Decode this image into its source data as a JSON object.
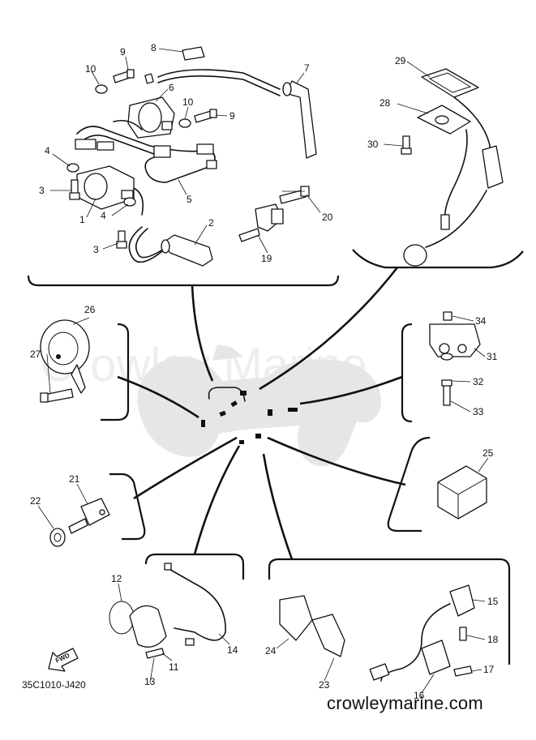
{
  "diagram": {
    "code": "35C1010-J420",
    "site": "crowleymarine.com",
    "watermark": "Crowley Marine",
    "fwd_label": "FWD",
    "callouts": [
      {
        "id": "c1",
        "text": "1"
      },
      {
        "id": "c2",
        "text": "2"
      },
      {
        "id": "c3a",
        "text": "3"
      },
      {
        "id": "c3b",
        "text": "3"
      },
      {
        "id": "c4a",
        "text": "4"
      },
      {
        "id": "c4b",
        "text": "4"
      },
      {
        "id": "c5",
        "text": "5"
      },
      {
        "id": "c6",
        "text": "6"
      },
      {
        "id": "c7",
        "text": "7"
      },
      {
        "id": "c8",
        "text": "8"
      },
      {
        "id": "c9a",
        "text": "9"
      },
      {
        "id": "c9b",
        "text": "9"
      },
      {
        "id": "c10a",
        "text": "10"
      },
      {
        "id": "c10b",
        "text": "10"
      },
      {
        "id": "c11",
        "text": "11"
      },
      {
        "id": "c12",
        "text": "12"
      },
      {
        "id": "c13",
        "text": "13"
      },
      {
        "id": "c14",
        "text": "14"
      },
      {
        "id": "c15",
        "text": "15"
      },
      {
        "id": "c16",
        "text": "16"
      },
      {
        "id": "c17",
        "text": "17"
      },
      {
        "id": "c18",
        "text": "18"
      },
      {
        "id": "c19",
        "text": "19"
      },
      {
        "id": "c20",
        "text": "20"
      },
      {
        "id": "c21",
        "text": "21"
      },
      {
        "id": "c22",
        "text": "22"
      },
      {
        "id": "c23",
        "text": "23"
      },
      {
        "id": "c24",
        "text": "24"
      },
      {
        "id": "c25",
        "text": "25"
      },
      {
        "id": "c26",
        "text": "26"
      },
      {
        "id": "c27",
        "text": "27"
      },
      {
        "id": "c28",
        "text": "28"
      },
      {
        "id": "c29",
        "text": "29"
      },
      {
        "id": "c30",
        "text": "30"
      },
      {
        "id": "c31",
        "text": "31"
      },
      {
        "id": "c32",
        "text": "32"
      },
      {
        "id": "c33",
        "text": "33"
      },
      {
        "id": "c34",
        "text": "34"
      }
    ]
  }
}
